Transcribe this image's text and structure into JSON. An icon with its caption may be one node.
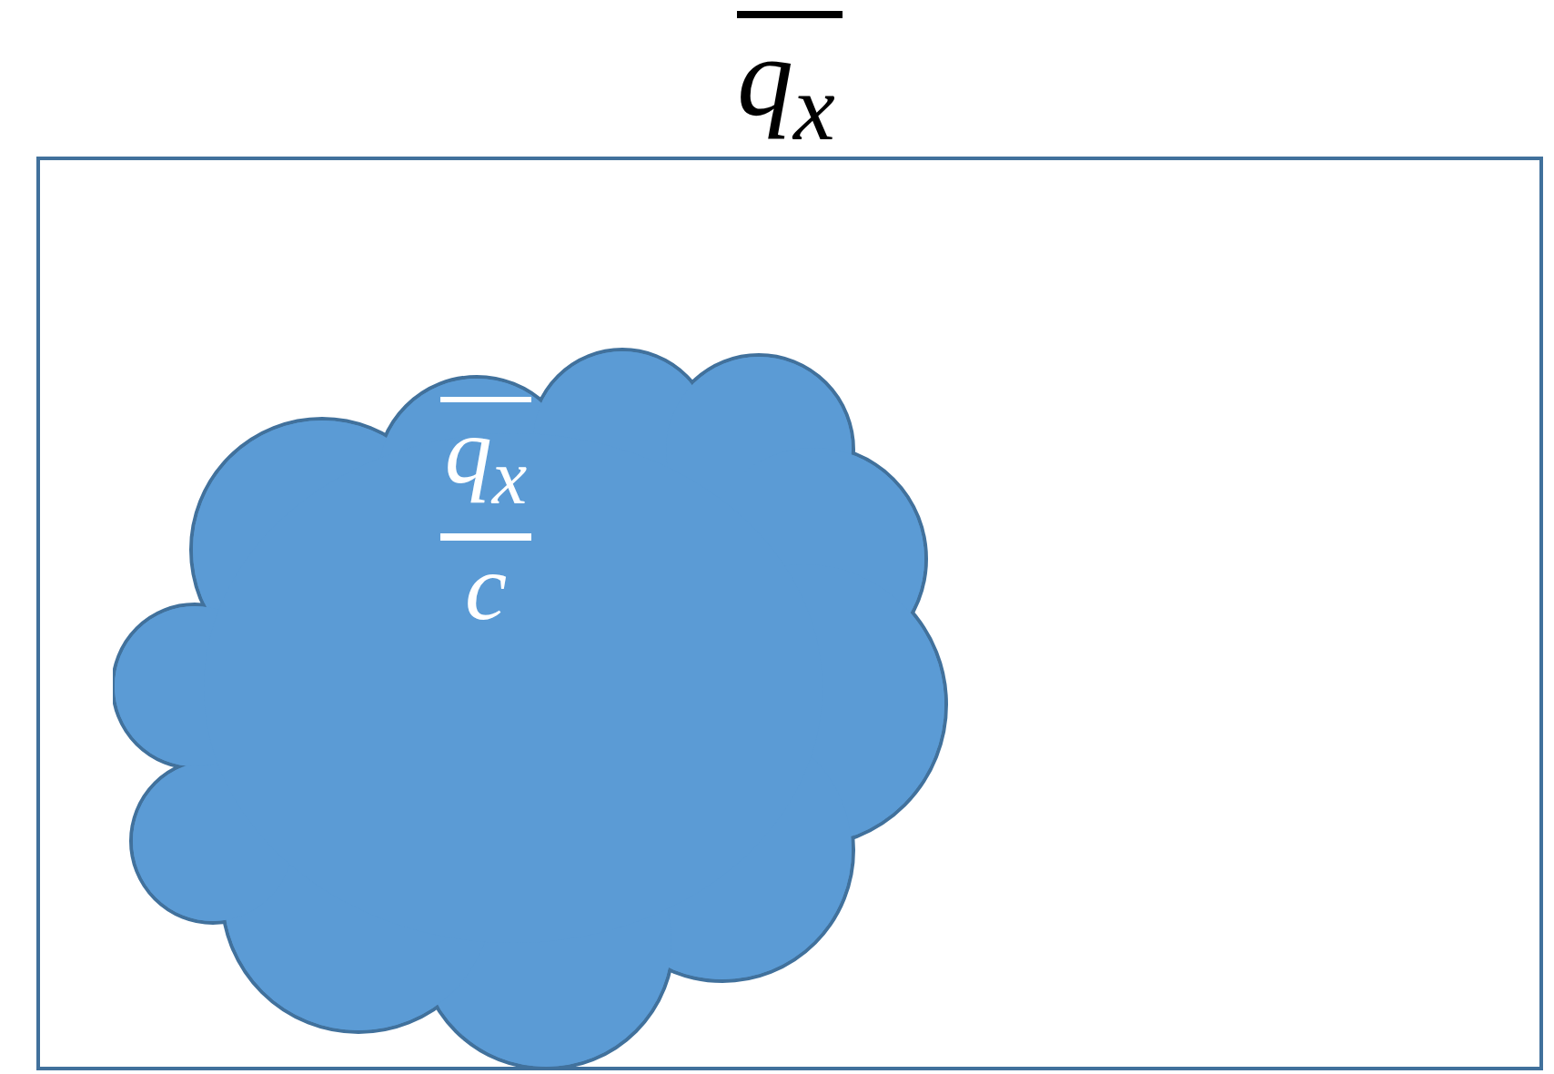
{
  "diagram": {
    "nodes": [
      {
        "text": [
          "q$_{x}$"
        ]
      },
      {
        "text": [
          "q$_{x}$",
          "c"
        ],
        "in": 0
      }
    ]
  }
}
